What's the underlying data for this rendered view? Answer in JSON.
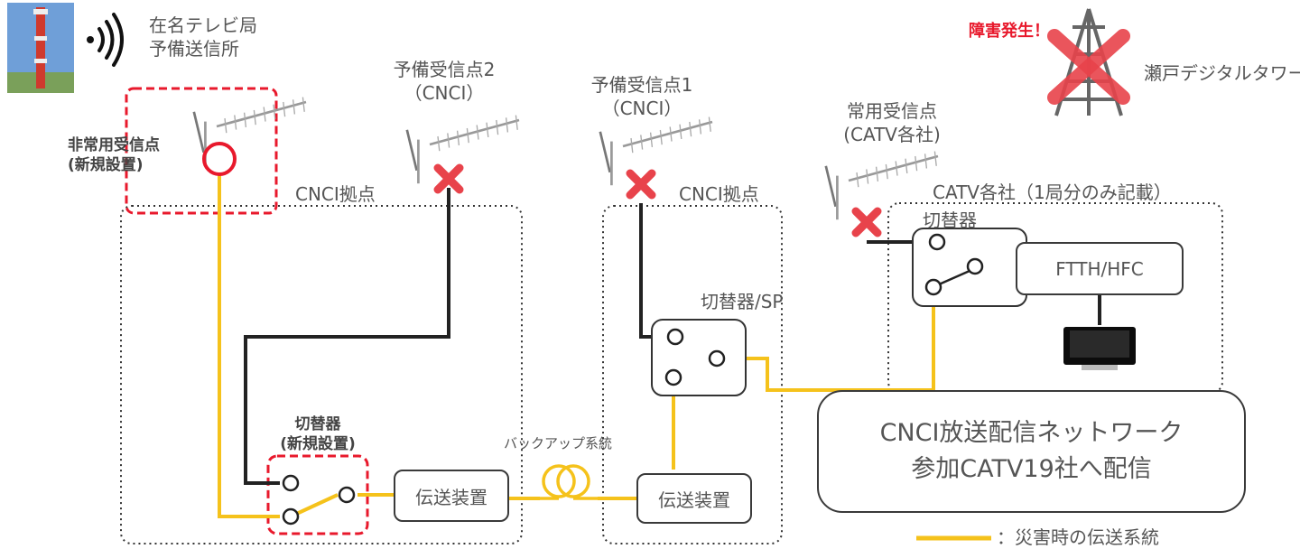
{
  "stations": {
    "zaimei_line1": "在名テレビ局",
    "zaimei_line2": "予備送信所",
    "seto": "瀬戸デジタルタワー",
    "fault": "障害発生！"
  },
  "receivers": {
    "backup2_line1": "予備受信点2",
    "backup2_line2": "（CNCI）",
    "backup1_line1": "予備受信点1",
    "backup1_line2": "（CNCI）",
    "regular_line1": "常用受信点",
    "regular_line2": "(CATV各社)",
    "emergency_line1": "非常用受信点",
    "emergency_line2": "(新規設置)"
  },
  "sites": {
    "cnci_left": "CNCI拠点",
    "cnci_mid": "CNCI拠点",
    "catv": "CATV各社（1局分のみ記載）"
  },
  "devices": {
    "switch_new_line1": "切替器",
    "switch_new_line2": "(新規設置)",
    "transmit_left": "伝送装置",
    "transmit_right": "伝送装置",
    "switch_sp": "切替器/SP",
    "switch_catv": "切替器",
    "ftth": "FTTH/HFC",
    "backup_line": "バックアップ系統"
  },
  "network": {
    "line1": "CNCI放送配信ネットワーク",
    "line2": "参加CATV19社へ配信"
  },
  "legend": {
    "label": "：災害時の伝送系統"
  },
  "colors": {
    "disaster_line": "#f5c21b",
    "normal_line": "#222222",
    "alert": "#e8192c",
    "border": "#3a3a3a"
  }
}
